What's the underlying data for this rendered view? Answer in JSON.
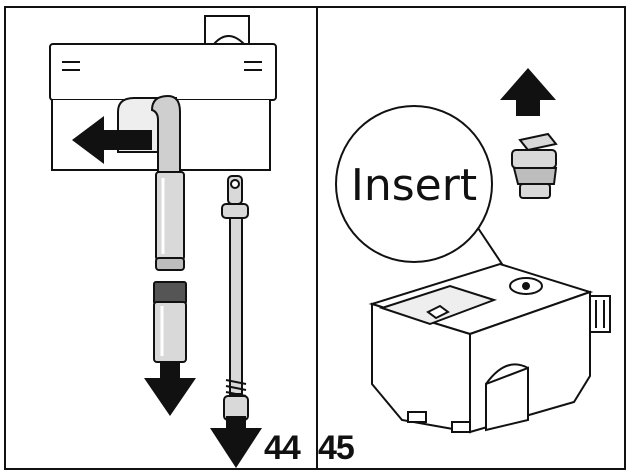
{
  "panels": {
    "left": {
      "figure_number": "44",
      "icons": [
        "arrow-left-icon",
        "arrow-down-icon"
      ]
    },
    "right": {
      "figure_number": "45",
      "callout_label": "Insert",
      "icons": [
        "arrow-up-icon"
      ]
    }
  },
  "colors": {
    "line": "#111111",
    "fill_light": "#ffffff",
    "fill_grey": "#d9d9d9"
  }
}
